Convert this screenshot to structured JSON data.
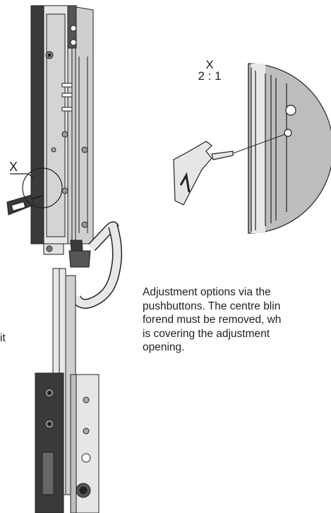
{
  "detail": {
    "label": "X",
    "scale": "2 : 1"
  },
  "callout": {
    "label": "X"
  },
  "caption": {
    "lines": [
      "Adjustment options via the",
      "pushbuttons. The centre blin",
      "forend must be removed, wh",
      "is covering the adjustment",
      "opening."
    ]
  },
  "cut_text": "it",
  "colors": {
    "line": "#222222",
    "metal_light": "#e8e8e8",
    "metal_mid": "#c8c8c8",
    "metal_dark": "#6e6e6e",
    "detail_fill": "#bdbdbd",
    "dark_plate": "#3a3a3a"
  }
}
